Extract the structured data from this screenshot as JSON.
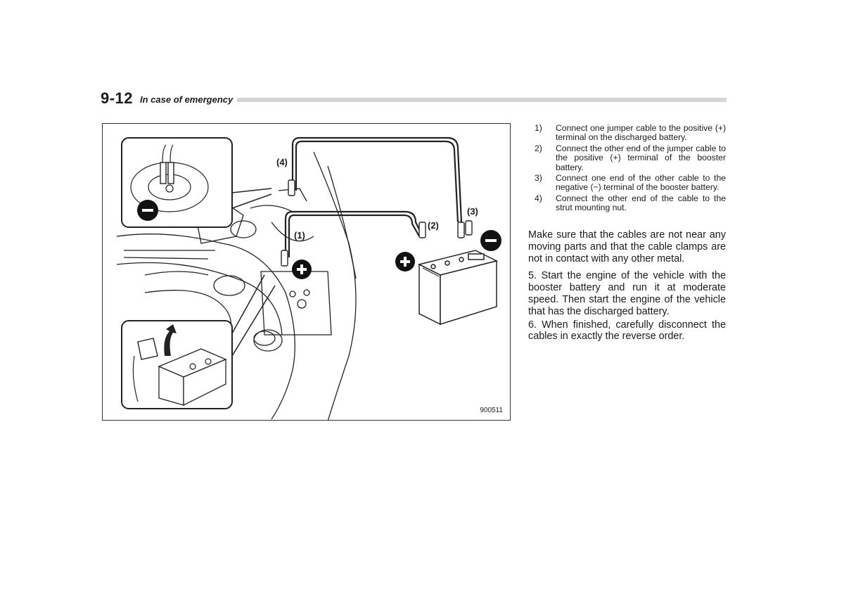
{
  "header": {
    "page_number": "9-12",
    "section_title": "In case of emergency"
  },
  "figure": {
    "labels": {
      "l1": "(1)",
      "l2": "(2)",
      "l3": "(3)",
      "l4": "(4)"
    },
    "code": "900511",
    "icons": [
      "minus-sign-icon",
      "plus-sign-icon",
      "arrow-up-icon"
    ]
  },
  "steps": [
    {
      "num": "1)",
      "text": "Connect one jumper cable to the positive (+) terminal on the discharged battery."
    },
    {
      "num": "2)",
      "text": "Connect the other end of the jumper cable to the positive (+) terminal of the booster battery."
    },
    {
      "num": "3)",
      "text": "Connect one end of the other cable to the negative (−) terminal of the booster battery."
    },
    {
      "num": "4)",
      "text": "Connect the other end of the cable to the strut mounting nut."
    }
  ],
  "paragraphs": {
    "warning": "Make sure that the cables are not near any moving parts and that the cable clamps are not in contact with any other metal.",
    "step5": "5. Start the engine of the vehicle with the booster battery and run it at moderate speed. Then start the engine of the vehicle that has the discharged battery.",
    "step6": "6. When finished, carefully disconnect the cables in exactly the reverse order."
  }
}
